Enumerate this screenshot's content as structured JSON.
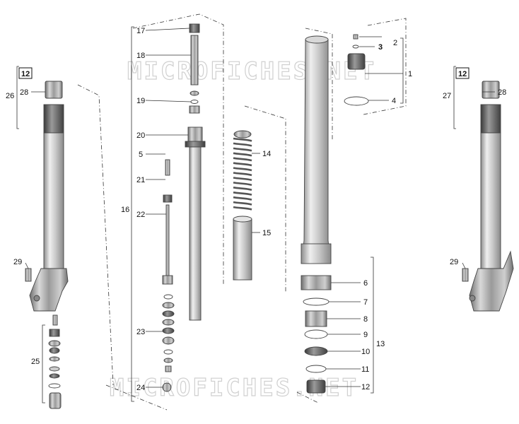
{
  "watermark": "MICROFICHES.NET",
  "callouts": {
    "c1": "1",
    "c2": "2",
    "c3": "3",
    "c4": "4",
    "c5": "5",
    "c6": "6",
    "c7": "7",
    "c8": "8",
    "c9": "9",
    "c10": "10",
    "c11": "11",
    "c12": "12",
    "c13": "13",
    "c14": "14",
    "c15": "15",
    "c16": "16",
    "c17": "17",
    "c18": "18",
    "c19": "19",
    "c20": "20",
    "c21": "21",
    "c22": "22",
    "c23": "23",
    "c24": "24",
    "c25": "25",
    "c26": "26",
    "c27": "27",
    "c28": "28",
    "c29": "29"
  },
  "boxed_refs": {
    "left": "12",
    "right": "12"
  }
}
